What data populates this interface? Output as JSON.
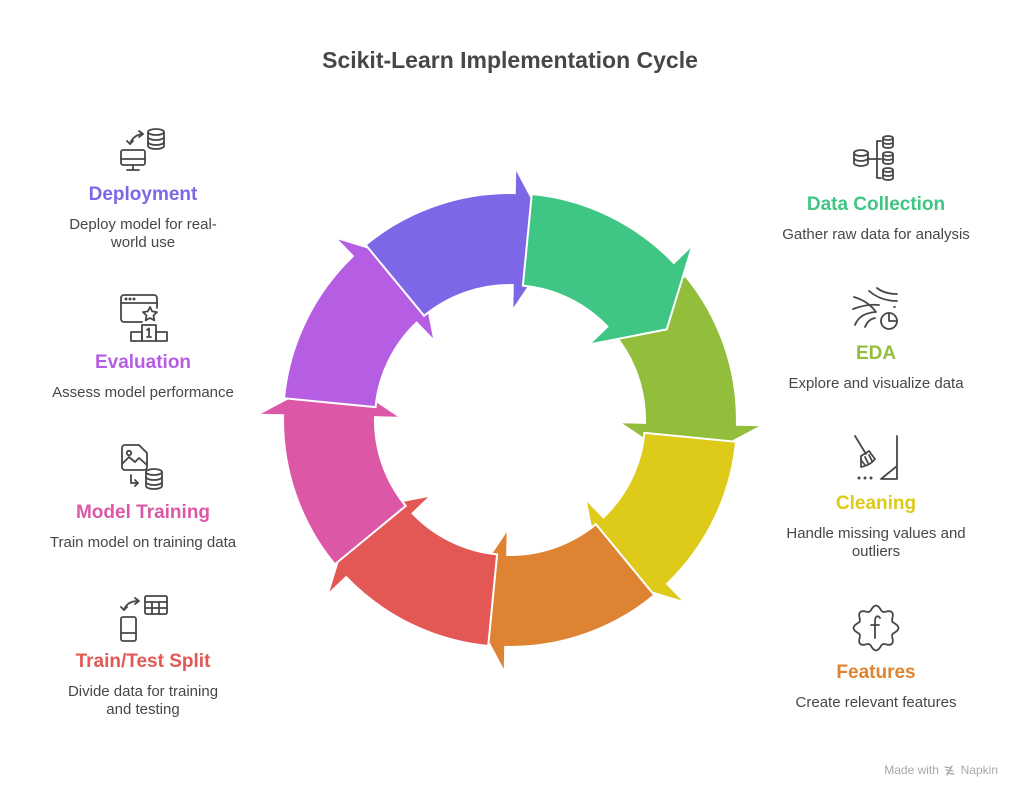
{
  "title": "Scikit-Learn Implementation Cycle",
  "steps": [
    {
      "id": "data-collection",
      "label": "Data Collection",
      "description": "Gather raw data for analysis",
      "color": "#3FC584",
      "icon": "database-tree-icon",
      "side": "right"
    },
    {
      "id": "eda",
      "label": "EDA",
      "description": "Explore and visualize data",
      "color": "#92BE3C",
      "icon": "flow-chart-pie-icon",
      "side": "right"
    },
    {
      "id": "cleaning",
      "label": "Cleaning",
      "description": "Handle missing values and outliers",
      "color": "#DDCA19",
      "icon": "broom-icon",
      "side": "right"
    },
    {
      "id": "features",
      "label": "Features",
      "description": "Create relevant features",
      "color": "#DE8331",
      "icon": "function-gear-icon",
      "side": "right"
    },
    {
      "id": "train-test-split",
      "label": "Train/Test Split",
      "description": "Divide data for training and testing",
      "color": "#E35855",
      "icon": "device-table-swap-icon",
      "side": "left"
    },
    {
      "id": "model-training",
      "label": "Model Training",
      "description": "Train model on training data",
      "color": "#DC58A7",
      "icon": "image-to-database-icon",
      "side": "left"
    },
    {
      "id": "evaluation",
      "label": "Evaluation",
      "description": "Assess model performance",
      "color": "#B65EE3",
      "icon": "podium-star-icon",
      "side": "left"
    },
    {
      "id": "deployment",
      "label": "Deployment",
      "description": "Deploy model for real-world use",
      "color": "#7D67E7",
      "icon": "monitor-database-sync-icon",
      "side": "left"
    }
  ],
  "footer": {
    "made_with": "Made with",
    "brand": "Napkin"
  }
}
